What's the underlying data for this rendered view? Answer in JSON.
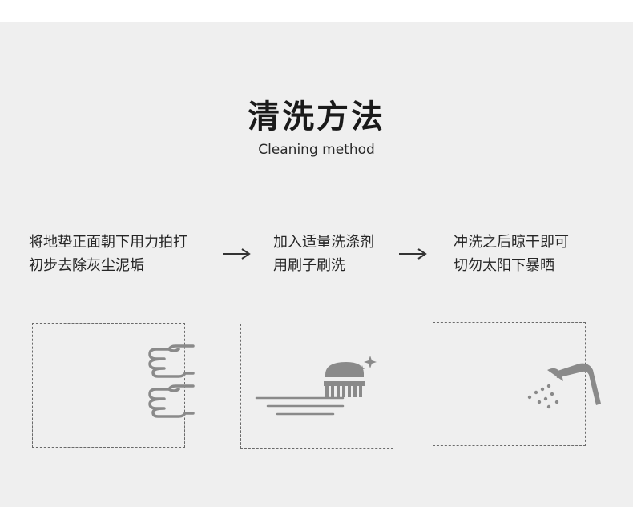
{
  "header": {
    "title": "清洗方法",
    "subtitle": "Cleaning method"
  },
  "steps": [
    {
      "line1": "将地垫正面朝下用力拍打",
      "line2": "初步去除灰尘泥垢",
      "icon": "hands-patting-icon"
    },
    {
      "line1": "加入适量洗涤剂",
      "line2": "用刷子刷洗",
      "icon": "scrub-brush-icon"
    },
    {
      "line1": "冲洗之后晾干即可",
      "line2": "切勿太阳下暴晒",
      "icon": "shower-head-icon"
    }
  ],
  "colors": {
    "background": "#efefef",
    "icon": "#8a8a8a",
    "text": "#262626"
  }
}
